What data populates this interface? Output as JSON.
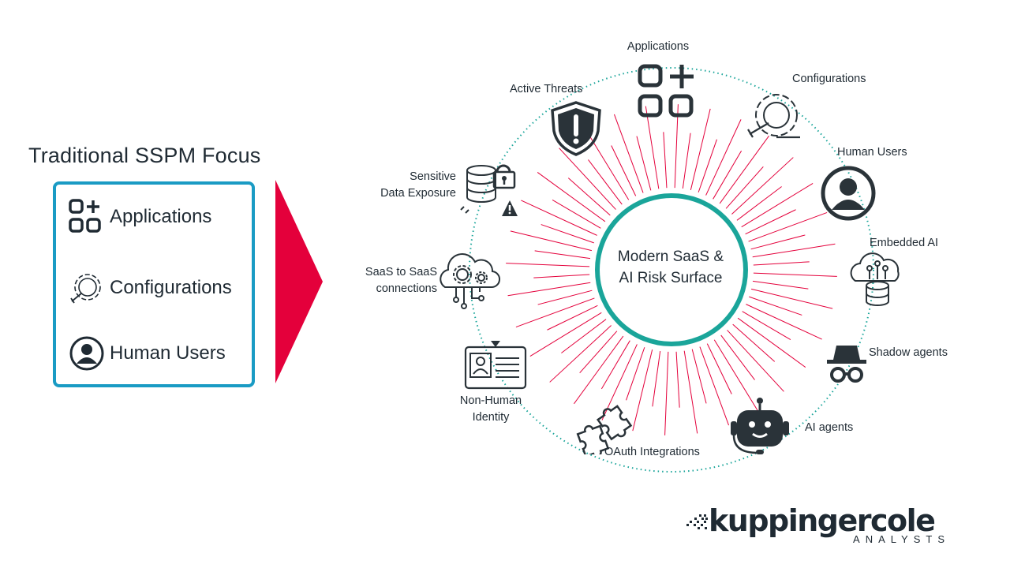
{
  "left_panel": {
    "title": "Traditional SSPM Focus",
    "items": [
      "Applications",
      "Configurations",
      "Human Users"
    ]
  },
  "center": {
    "line1": "Modern SaaS &",
    "line2": "AI Risk Surface"
  },
  "nodes": {
    "applications": "Applications",
    "configurations": "Configurations",
    "human_users": "Human Users",
    "embedded_ai": "Embedded AI",
    "shadow_agents": "Shadow agents",
    "ai_agents": "AI agents",
    "oauth": "OAuth Integrations",
    "nhi_1": "Non-Human",
    "nhi_2": "Identity",
    "saas_1": "SaaS to SaaS",
    "saas_2": "connections",
    "sensitive_1": "Sensitive",
    "sensitive_2": "Data Exposure",
    "active_threats": "Active Threats"
  },
  "logo": {
    "word": "kuppingercole",
    "sub": "ANALYSTS"
  },
  "colors": {
    "accent_teal": "#1aa59a",
    "accent_blue": "#1a9bc4",
    "arrow_red": "#e4003b",
    "ray_red": "#e4003b",
    "dark": "#2a3339"
  },
  "icons": [
    "applications-icon",
    "configurations-icon",
    "human-users-icon",
    "embedded-ai-icon",
    "shadow-agents-icon",
    "ai-agents-icon",
    "oauth-icon",
    "non-human-identity-icon",
    "saas-connections-icon",
    "sensitive-data-icon",
    "active-threats-icon"
  ]
}
